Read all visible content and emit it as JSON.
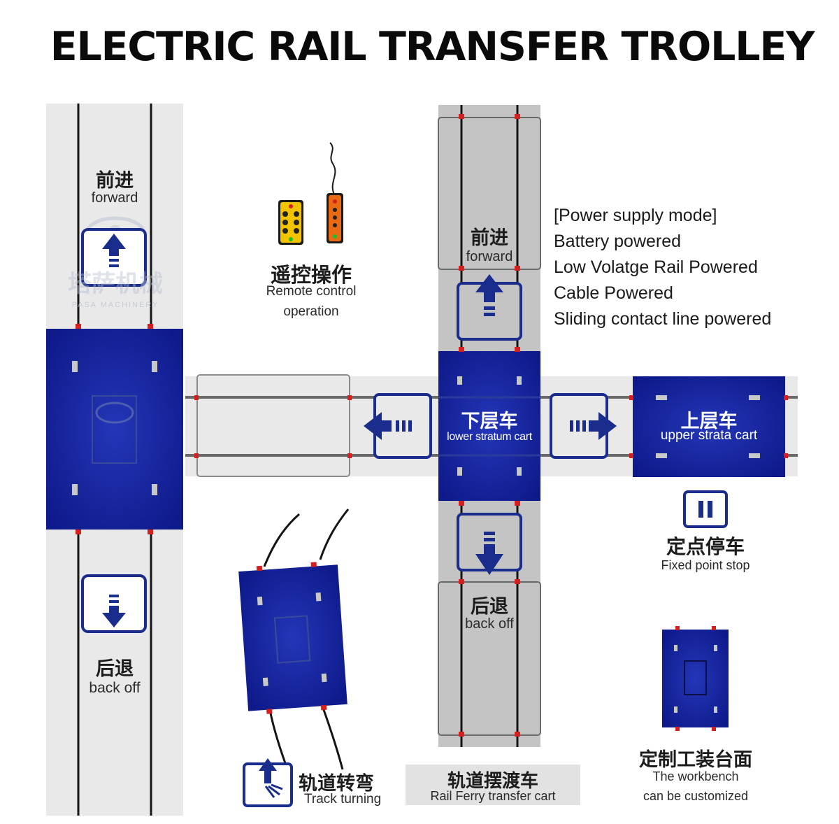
{
  "title": "ELECTRIC RAIL TRANSFER TROLLEY",
  "left_track": {
    "forward_cn": "前进",
    "forward_en": "forward",
    "back_cn": "后退",
    "back_en": "back off",
    "watermark_cn": "塔萨机械",
    "watermark_en": "PASA MACHINERY"
  },
  "remote": {
    "label_cn": "遥控操作",
    "label_en_line1": "Remote control",
    "label_en_line2": "operation"
  },
  "ferry": {
    "forward_cn": "前进",
    "forward_en": "forward",
    "back_cn": "后退",
    "back_en": "back off",
    "lower_cn": "下层车",
    "lower_en": "lower stratum cart",
    "upper_cn": "上层车",
    "upper_en": "upper strata cart",
    "caption_cn": "轨道摆渡车",
    "caption_en": "Rail Ferry transfer cart"
  },
  "power_modes": {
    "heading": "[Power supply mode]",
    "items": [
      "Battery powered",
      "Low Volatge Rail Powered",
      "Cable Powered",
      "Sliding contact line powered"
    ]
  },
  "fixed_stop": {
    "label_cn": "定点停车",
    "label_en": "Fixed point stop"
  },
  "track_turning": {
    "label_cn": "轨道转弯",
    "label_en": "Track turning"
  },
  "workbench": {
    "label_cn": "定制工装台面",
    "label_en_line1": "The workbench",
    "label_en_line2": "can be customized"
  },
  "colors": {
    "cart_blue": "#12209a",
    "icon_blue": "#1a2d8c",
    "rail_red": "#d61f1f",
    "track_gray": "#e6e6e6",
    "ferry_gray": "#bdbdbd"
  }
}
